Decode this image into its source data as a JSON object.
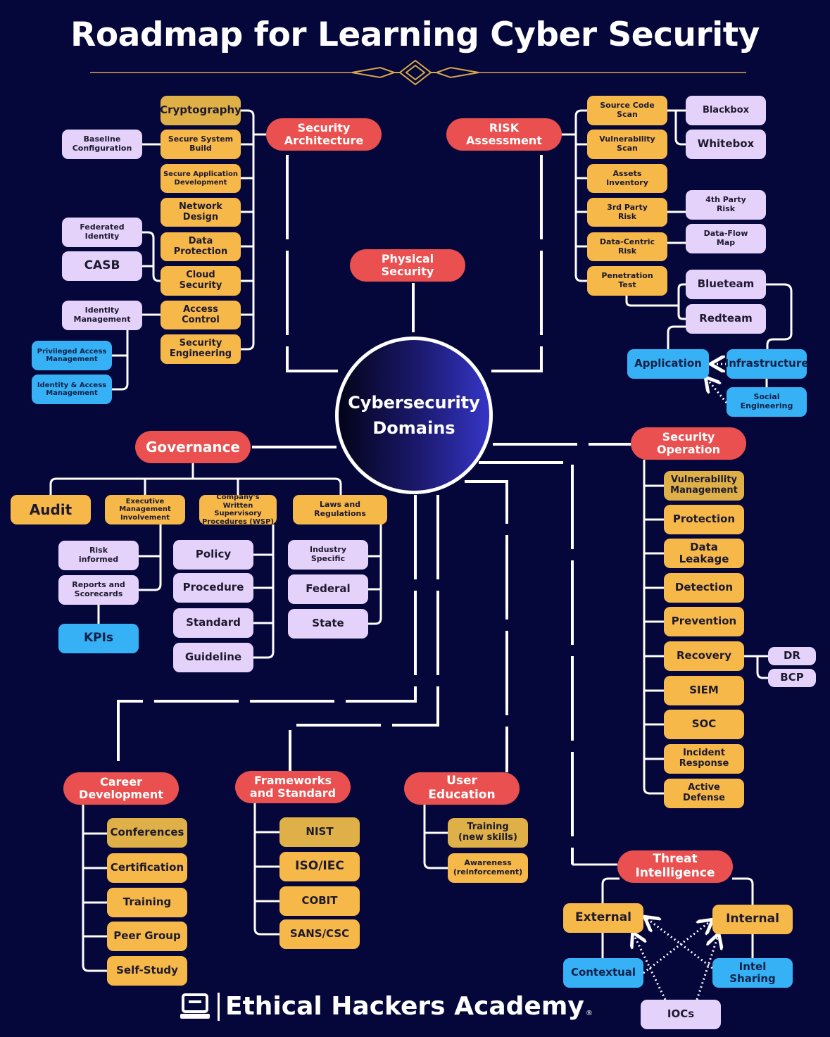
{
  "title": "Roadmap for Learning Cyber Security",
  "center": "Cybersecurity\nDomains",
  "footer": {
    "brand": "Ethical Hackers Academy",
    "registered": "®"
  },
  "colors": {
    "background": "#05063a",
    "domain": "#e9504f",
    "topic": "#f7b84a",
    "subtopic": "#e5d2fb",
    "detail": "#37b1f6",
    "connector": "#ffffff",
    "ornament": "#d4a94c"
  },
  "nodes": {
    "security_architecture": {
      "label": "Security\nArchitecture",
      "kind": "domain"
    },
    "risk_assessment": {
      "label": "RISK\nAssessment",
      "kind": "domain"
    },
    "physical_security": {
      "label": "Physical\nSecurity",
      "kind": "domain"
    },
    "governance": {
      "label": "Governance",
      "kind": "domain"
    },
    "security_operation": {
      "label": "Security\nOperation",
      "kind": "domain"
    },
    "career_development": {
      "label": "Career\nDevelopment",
      "kind": "domain"
    },
    "frameworks_standard": {
      "label": "Frameworks\nand Standard",
      "kind": "domain"
    },
    "user_education": {
      "label": "User\nEducation",
      "kind": "domain"
    },
    "threat_intelligence": {
      "label": "Threat\nIntelligence",
      "kind": "domain"
    },
    "cryptography": {
      "label": "Cryptography",
      "kind": "gold"
    },
    "secure_system_build": {
      "label": "Secure System\nBuild",
      "kind": "orange"
    },
    "secure_app_dev": {
      "label": "Secure Application\nDevelopment",
      "kind": "orange"
    },
    "network_design": {
      "label": "Network\nDesign",
      "kind": "orange"
    },
    "data_protection": {
      "label": "Data\nProtection",
      "kind": "orange"
    },
    "cloud_security": {
      "label": "Cloud\nSecurity",
      "kind": "orange"
    },
    "access_control": {
      "label": "Access\nControl",
      "kind": "orange"
    },
    "security_engineering": {
      "label": "Security\nEngineering",
      "kind": "orange"
    },
    "baseline_configuration": {
      "label": "Baseline\nConfiguration",
      "kind": "lav"
    },
    "federated_identity": {
      "label": "Federated\nIdentity",
      "kind": "lav"
    },
    "casb": {
      "label": "CASB",
      "kind": "lav"
    },
    "identity_management": {
      "label": "Identity\nManagement",
      "kind": "lav"
    },
    "privileged_access_management": {
      "label": "Privileged Access\nManagement",
      "kind": "blue"
    },
    "identity_access_management": {
      "label": "Identity & Access\nManagement",
      "kind": "blue"
    },
    "source_code_scan": {
      "label": "Source Code\nScan",
      "kind": "orange"
    },
    "vulnerability_scan": {
      "label": "Vulnerability\nScan",
      "kind": "orange"
    },
    "assets_inventory": {
      "label": "Assets\nInventory",
      "kind": "orange"
    },
    "third_party_risk": {
      "label": "3rd Party\nRisk",
      "kind": "orange"
    },
    "data_centric_risk": {
      "label": "Data-Centric\nRisk",
      "kind": "orange"
    },
    "penetration_test": {
      "label": "Penetration\nTest",
      "kind": "orange"
    },
    "blackbox": {
      "label": "Blackbox",
      "kind": "lav"
    },
    "whitebox": {
      "label": "Whitebox",
      "kind": "lav"
    },
    "fourth_party_risk": {
      "label": "4th Party\nRisk",
      "kind": "lav"
    },
    "data_flow_map": {
      "label": "Data-Flow\nMap",
      "kind": "lav"
    },
    "blueteam": {
      "label": "Blueteam",
      "kind": "lav"
    },
    "redteam": {
      "label": "Redteam",
      "kind": "lav"
    },
    "application": {
      "label": "Application",
      "kind": "blue"
    },
    "infrastructure": {
      "label": "Infrastructure",
      "kind": "blue"
    },
    "social_engineering": {
      "label": "Social\nEngineering",
      "kind": "blue"
    },
    "audit": {
      "label": "Audit",
      "kind": "orange"
    },
    "executive_management": {
      "label": "Executive\nManagement\nInvolvement",
      "kind": "orange"
    },
    "written_supervisory_procedures": {
      "label": "Company's Written\nSupervisory\nProcedures (WSP)",
      "kind": "orange"
    },
    "laws_regulations": {
      "label": "Laws and\nRegulations",
      "kind": "orange"
    },
    "risk_informed": {
      "label": "Risk\ninformed",
      "kind": "lav"
    },
    "reports_scorecards": {
      "label": "Reports and\nScorecards",
      "kind": "lav"
    },
    "kpis": {
      "label": "KPIs",
      "kind": "blue"
    },
    "policy": {
      "label": "Policy",
      "kind": "lav"
    },
    "procedure": {
      "label": "Procedure",
      "kind": "lav"
    },
    "standard": {
      "label": "Standard",
      "kind": "lav"
    },
    "guideline": {
      "label": "Guideline",
      "kind": "lav"
    },
    "industry_specific": {
      "label": "Industry\nSpecific",
      "kind": "lav"
    },
    "federal": {
      "label": "Federal",
      "kind": "lav"
    },
    "state": {
      "label": "State",
      "kind": "lav"
    },
    "vulnerability_management": {
      "label": "Vulnerability\nManagement",
      "kind": "gold"
    },
    "protection": {
      "label": "Protection",
      "kind": "orange"
    },
    "data_leakage": {
      "label": "Data Leakage",
      "kind": "orange"
    },
    "detection": {
      "label": "Detection",
      "kind": "orange"
    },
    "prevention": {
      "label": "Prevention",
      "kind": "orange"
    },
    "recovery": {
      "label": "Recovery",
      "kind": "orange"
    },
    "siem": {
      "label": "SIEM",
      "kind": "orange"
    },
    "soc": {
      "label": "SOC",
      "kind": "orange"
    },
    "incident_response": {
      "label": "Incident\nResponse",
      "kind": "orange"
    },
    "active_defense": {
      "label": "Active\nDefense",
      "kind": "orange"
    },
    "dr": {
      "label": "DR",
      "kind": "lav"
    },
    "bcp": {
      "label": "BCP",
      "kind": "lav"
    },
    "conferences": {
      "label": "Conferences",
      "kind": "gold"
    },
    "certification": {
      "label": "Certification",
      "kind": "orange"
    },
    "training": {
      "label": "Training",
      "kind": "orange"
    },
    "peer_group": {
      "label": "Peer Group",
      "kind": "orange"
    },
    "self_study": {
      "label": "Self-Study",
      "kind": "orange"
    },
    "nist": {
      "label": "NIST",
      "kind": "gold"
    },
    "iso_iec": {
      "label": "ISO/IEC",
      "kind": "orange"
    },
    "cobit": {
      "label": "COBIT",
      "kind": "orange"
    },
    "sans_csc": {
      "label": "SANS/CSC",
      "kind": "orange"
    },
    "training_new_skills": {
      "label": "Training\n(new skills)",
      "kind": "gold"
    },
    "awareness": {
      "label": "Awareness\n(reinforcement)",
      "kind": "orange"
    },
    "external": {
      "label": "External",
      "kind": "orange"
    },
    "internal": {
      "label": "Internal",
      "kind": "orange"
    },
    "contextual": {
      "label": "Contextual",
      "kind": "blue"
    },
    "intel_sharing": {
      "label": "Intel Sharing",
      "kind": "blue"
    },
    "iocs": {
      "label": "IOCs",
      "kind": "lav"
    }
  }
}
